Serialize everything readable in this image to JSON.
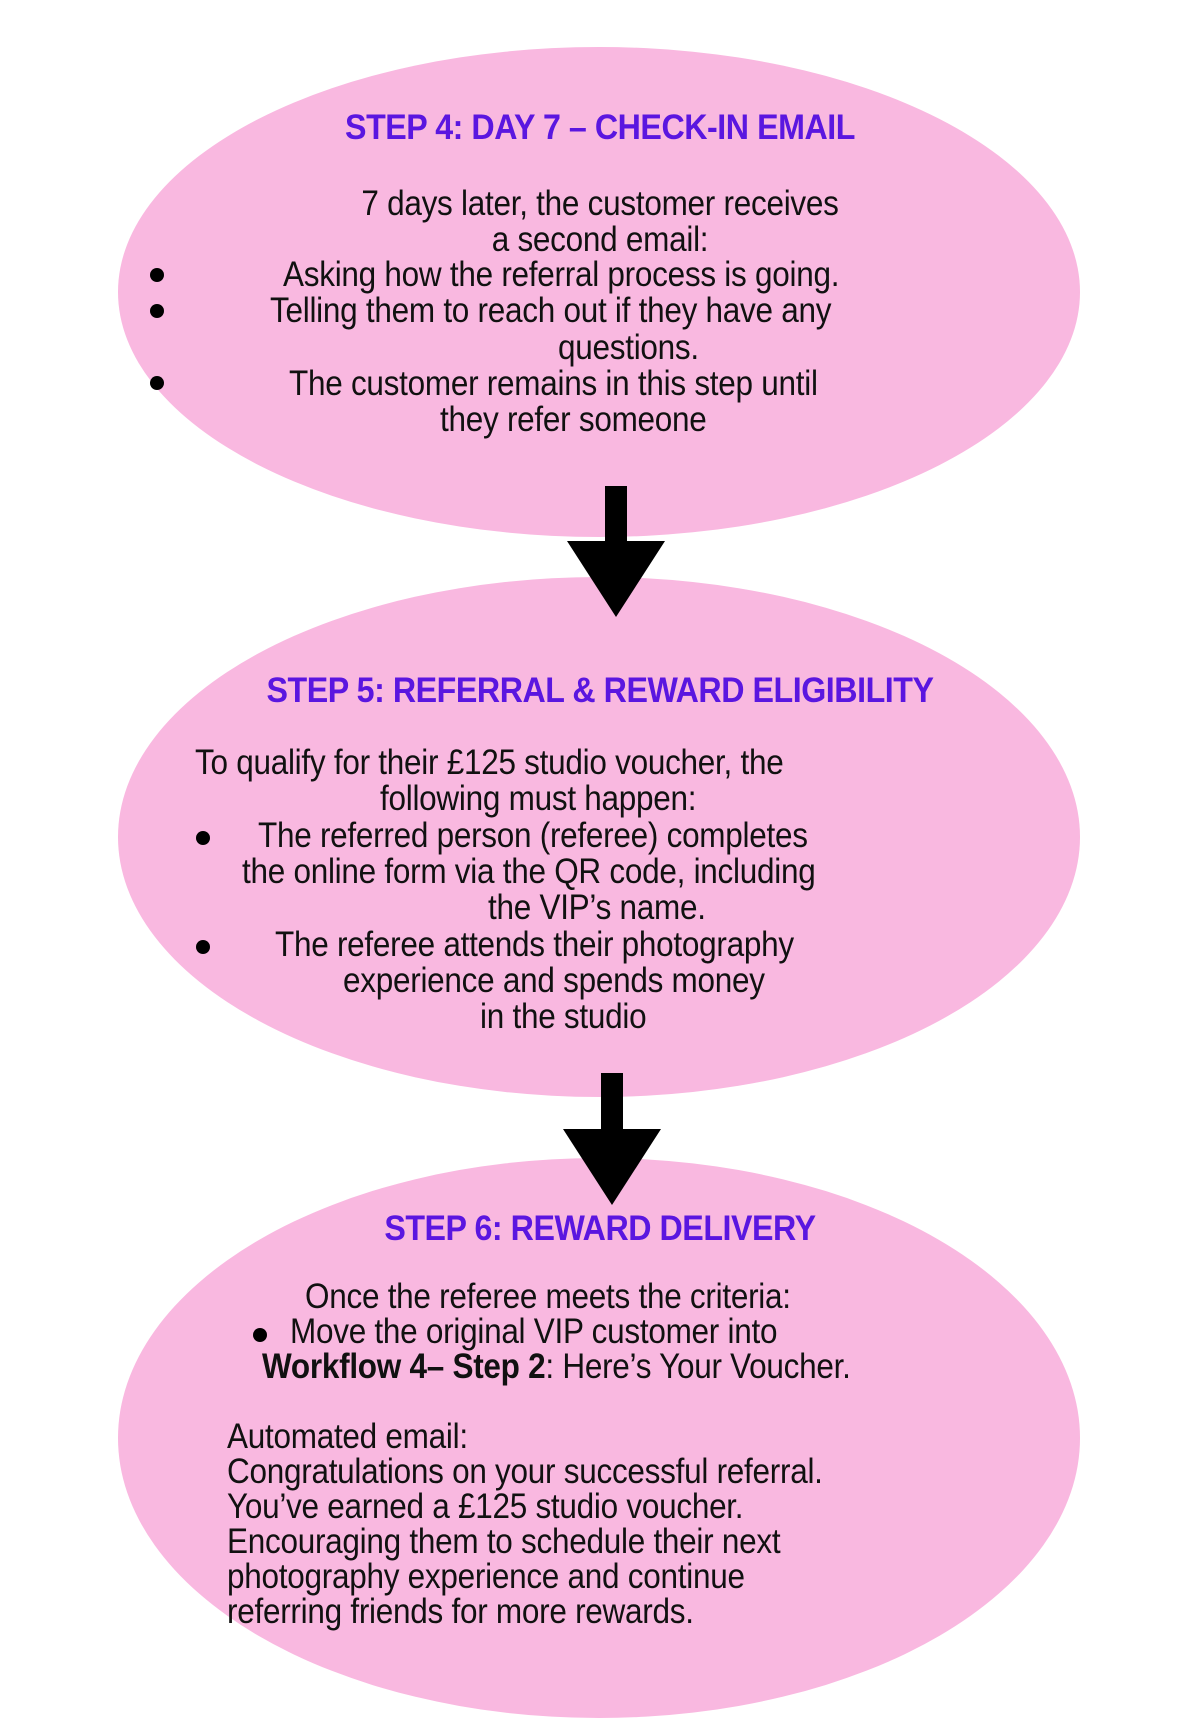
{
  "colors": {
    "ellipse_fill": "#f9b8e0",
    "title_color": "#5a16e0",
    "text_color": "#111111",
    "arrow_color": "#000000"
  },
  "steps": [
    {
      "title": "STEP 4: DAY 7 – CHECK-IN EMAIL",
      "intro": [
        "7 days later, the customer receives",
        "a second email:"
      ],
      "bullets": [
        [
          "Asking how the referral process is going."
        ],
        [
          "Telling them to reach out if they have any",
          "questions."
        ],
        [
          "The customer remains in this step until",
          "they refer someone"
        ]
      ]
    },
    {
      "title": "STEP 5: REFERRAL & REWARD ELIGIBILITY",
      "intro": [
        "To qualify for their £125 studio voucher, the",
        "following must happen:"
      ],
      "bullets": [
        [
          "The referred person (referee) completes",
          "the online form via the QR code, including",
          "the VIP’s name."
        ],
        [
          "The referee attends their photography",
          "experience and spends money",
          "in the studio"
        ]
      ]
    },
    {
      "title": "STEP 6: REWARD DELIVERY",
      "intro": [
        "Once the referee meets the criteria:"
      ],
      "bullets": [
        {
          "line1": "Move the original VIP customer into",
          "bold_part": "Workflow 4– Step 2",
          "rest": ": Here’s Your Voucher."
        }
      ],
      "email_label": "Automated email:",
      "email_lines": [
        "Congratulations on your successful referral.",
        "You’ve earned a £125 studio voucher.",
        "Encouraging them to schedule their next",
        "photography experience and continue",
        "referring friends for more rewards."
      ]
    }
  ],
  "arrows": [
    {
      "from": "step-4",
      "to": "step-5",
      "icon": "down-arrow-icon"
    },
    {
      "from": "step-5",
      "to": "step-6",
      "icon": "down-arrow-icon"
    }
  ]
}
